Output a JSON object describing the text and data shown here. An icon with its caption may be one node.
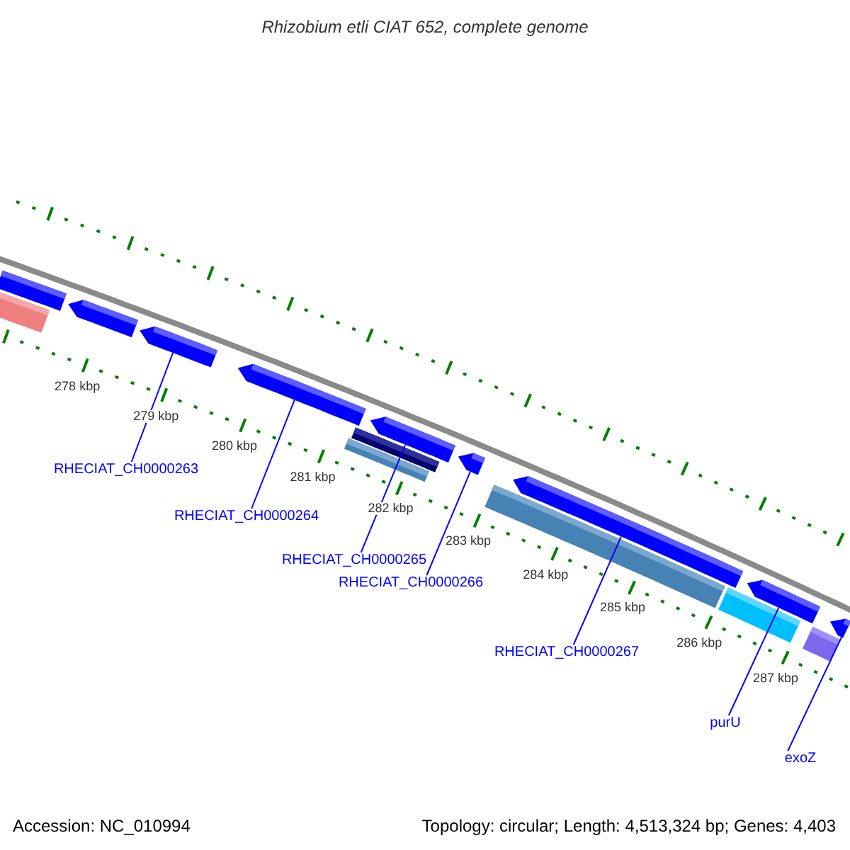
{
  "diagram": {
    "title": "Rhizobium etli CIAT 652, complete genome",
    "nodes": [
      {
        "text": [],
        "shape": "bar"
      },
      {
        "text": [],
        "shape": "bar"
      },
      {
        "text": [],
        "shape": "bar"
      },
      {
        "text": [],
        "shape": "bar"
      },
      {
        "text": [],
        "shape": "bar"
      },
      {
        "text": [],
        "shape": "bar"
      },
      {
        "text": [],
        "shape": "bar"
      },
      {
        "text": [],
        "shape": "bar"
      },
      {
        "text": [],
        "shape": "bar"
      },
      {
        "text": [],
        "shape": "bar"
      },
      {
        "text": [],
        "shape": "bar"
      },
      {
        "text": [],
        "shape": "bar"
      },
      {
        "text": [],
        "shape": "bar"
      },
      {
        "text": [],
        "shape": "bar"
      },
      {
        "text": [],
        "shape": "bar"
      },
      {
        "text": [
          "RHECIAT_CH0000263"
        ]
      },
      {
        "text": [
          "RHECIAT_CH0000264"
        ]
      },
      {
        "text": [
          "RHECIAT_CH0000265"
        ]
      },
      {
        "text": [
          "RHECIAT_CH0000266"
        ]
      },
      {
        "text": [
          "RHECIAT_CH0000267"
        ]
      },
      {
        "text": [
          "purU"
        ]
      },
      {
        "text": [
          "exoZ"
        ]
      }
    ],
    "edges": [
      {
        "from": 15,
        "to": 3,
        "arrow": "none"
      },
      {
        "from": 16,
        "to": 4,
        "arrow": "none"
      },
      {
        "from": 17,
        "to": 5,
        "arrow": "none"
      },
      {
        "from": 18,
        "to": 8,
        "arrow": "none"
      },
      {
        "from": 19,
        "to": 9,
        "arrow": "none"
      },
      {
        "from": 20,
        "to": 11,
        "arrow": "none"
      },
      {
        "from": 21,
        "to": 13,
        "arrow": "none"
      }
    ],
    "labels": [
      "278 kbp",
      "279 kbp",
      "280 kbp",
      "281 kbp",
      "282 kbp",
      "283 kbp",
      "284 kbp",
      "285 kbp",
      "286 kbp",
      "287 kbp",
      "Accession: NC_010994",
      "Topology: circular; Length: 4,513,324 bp; Genes: 4,403"
    ]
  }
}
